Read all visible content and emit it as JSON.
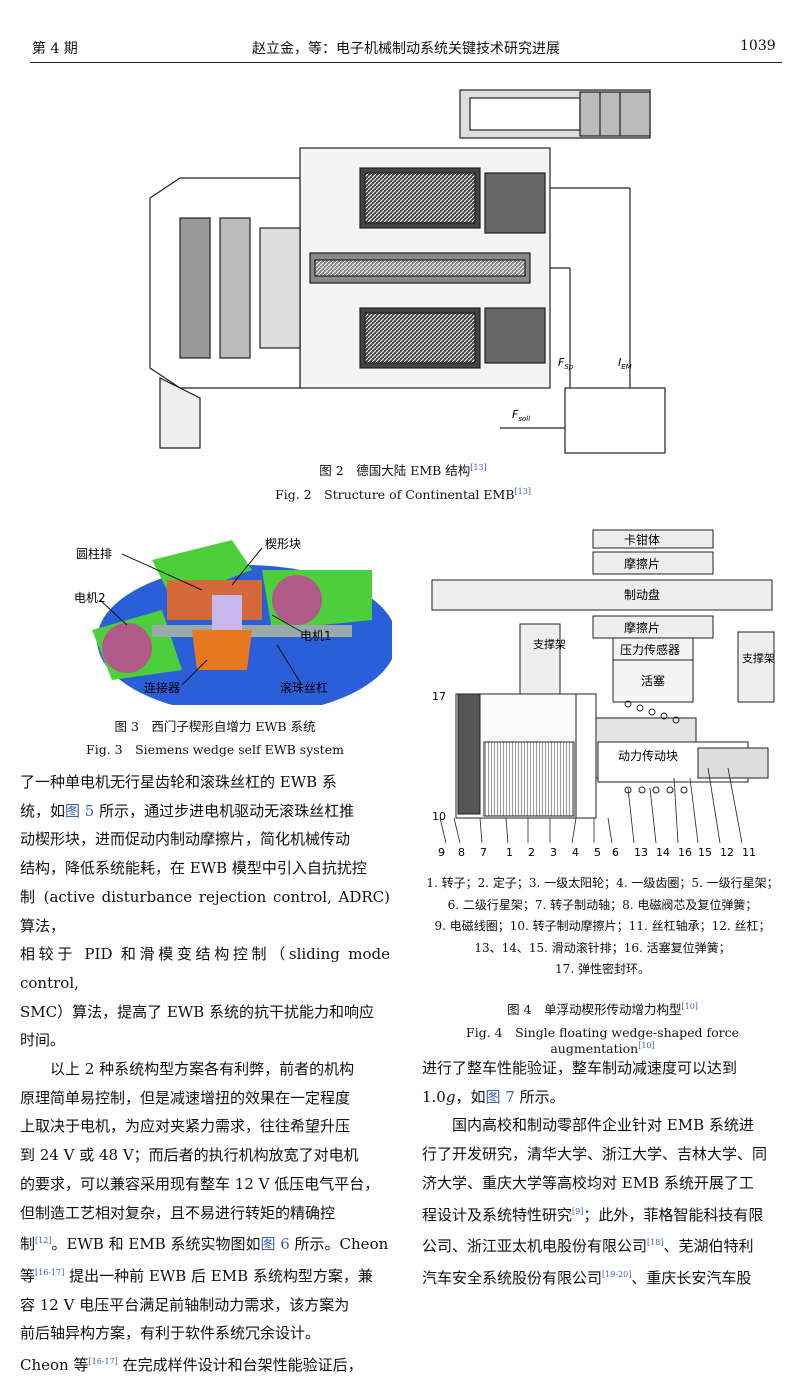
{
  "header": {
    "left": "第 4 期",
    "center": "赵立金，等：电子机械制动系统关键技术研究进展",
    "right": "1039"
  },
  "fig2": {
    "cap_cn": "图 2　德国大陆 EMB 结构",
    "cap_cn_ref": "[13]",
    "cap_en": "Fig. 2　Structure of Continental EMB",
    "cap_en_ref": "[13]",
    "label_fsp": "F",
    "label_fsp_sub": "Sp",
    "label_iem": "I",
    "label_iem_sub": "EM",
    "label_fsoll": "F",
    "label_fsoll_sub": "soll"
  },
  "fig3": {
    "labels": {
      "cylinder": "圆柱排",
      "wedge": "楔形块",
      "motor2": "电机2",
      "motor1": "电机1",
      "connector": "连接器",
      "ballscrew": "滚珠丝杠"
    },
    "cap_cn": "图 3　西门子楔形自增力 EWB 系统",
    "cap_en": "Fig. 3　Siemens wedge self EWB system"
  },
  "fig4": {
    "labels": {
      "caliper": "卡钳体",
      "pad_top": "摩擦片",
      "disc": "制动盘",
      "pad_bottom": "摩擦片",
      "support_left": "支撑架",
      "support_right": "支撑架",
      "sensor": "压力传感器",
      "piston": "活塞",
      "drive_block": "动力传动块"
    },
    "n17": "17",
    "n10": "10",
    "numbers": [
      "9",
      "8",
      "7",
      "1",
      "2",
      "3",
      "4",
      "5",
      "6",
      "13",
      "14",
      "16",
      "15",
      "12",
      "11"
    ],
    "notes": [
      "1. 转子；2. 定子；3. 一级太阳轮；4. 一级齿圈；5. 一级行星架；",
      "6. 二级行星架；7. 转子制动轴；8. 电磁阀芯及复位弹簧；",
      "9. 电磁线圈；10. 转子制动摩擦片；11. 丝杠轴承；12. 丝杠；",
      "13、14、15. 滑动滚针排；16. 活塞复位弹簧；",
      "17. 弹性密封环。"
    ],
    "cap_cn": "图 4　单浮动楔形传动增力构型",
    "cap_cn_ref": "[10]",
    "cap_en": "Fig. 4　Single floating wedge-shaped force augmentation",
    "cap_en_ref": "[10]"
  },
  "left_col": {
    "p1_l1": "了一种单电机无行星齿轮和滚珠丝杠的 EWB 系",
    "p1_l2a": "统，如",
    "p1_l2ref": "图 5",
    "p1_l2b": " 所示，通过步进电机驱动无滚珠丝杠推",
    "p1_l3": "动楔形块，进而促动内制动摩擦片，简化机械传动",
    "p1_l4": "结构，降低系统能耗，在 EWB 模型中引入自抗扰控",
    "p1_l5": "制 (active disturbance rejection control, ADRC) 算法，",
    "p1_l6": "相较于 PID 和滑模变结构控制（sliding mode control,",
    "p1_l7": "SMC）算法，提高了 EWB 系统的抗干扰能力和响应",
    "p1_l8": "时间。",
    "p2_l1": "以上 2 种系统构型方案各有利弊，前者的机构",
    "p2_l2": "原理简单易控制，但是减速增扭的效果在一定程度",
    "p2_l3": "上取决于电机，为应对夹紧力需求，往往希望升压",
    "p2_l4": "到 24 V 或 48 V；而后者的执行机构放宽了对电机",
    "p2_l5": "的要求，可以兼容采用现有整车 12 V 低压电气平台，",
    "p2_l6": "但制造工艺相对复杂，且不易进行转矩的精确控",
    "p2_l7a": "制",
    "p2_l7ref": "[12]",
    "p2_l7b": "。EWB 和 EMB 系统实物图如",
    "p2_l7fig": "图 6",
    "p2_l7c": " 所示。Cheon",
    "p2_l8a": "等",
    "p2_l8ref": "[16-17]",
    "p2_l8b": " 提出一种前 EWB 后 EMB 系统构型方案，兼",
    "p2_l9": "容 12 V 电压平台满足前轴制动力需求，该方案为",
    "p2_l10": "前后轴异构方案，有利于软件系统冗余设计。",
    "p2_l11a": "Cheon 等",
    "p2_l11ref": "[16-17]",
    "p2_l11b": " 在完成样件设计和台架性能验证后，"
  },
  "right_col": {
    "l1": "进行了整车性能验证，整车制动减速度可以达到",
    "l2a": "1.0",
    "l2g": "g",
    "l2b": "，如",
    "l2ref": "图 7",
    "l2c": " 所示。",
    "l3": "国内高校和制动零部件企业针对 EMB 系统进",
    "l4": "行了开发研究，清华大学、浙江大学、吉林大学、同",
    "l5": "济大学、重庆大学等高校均对 EMB 系统开展了工",
    "l6a": "程设计及系统特性研究",
    "l6ref": "[9]",
    "l6b": "；此外，菲格智能科技有限",
    "l7a": "公司、浙江亚太机电股份有限公司",
    "l7ref": "[18]",
    "l7b": "、芜湖伯特利",
    "l8a": "汽车安全系统股份有限公司",
    "l8ref": "[19-20]",
    "l8b": "、重庆长安汽车股"
  }
}
